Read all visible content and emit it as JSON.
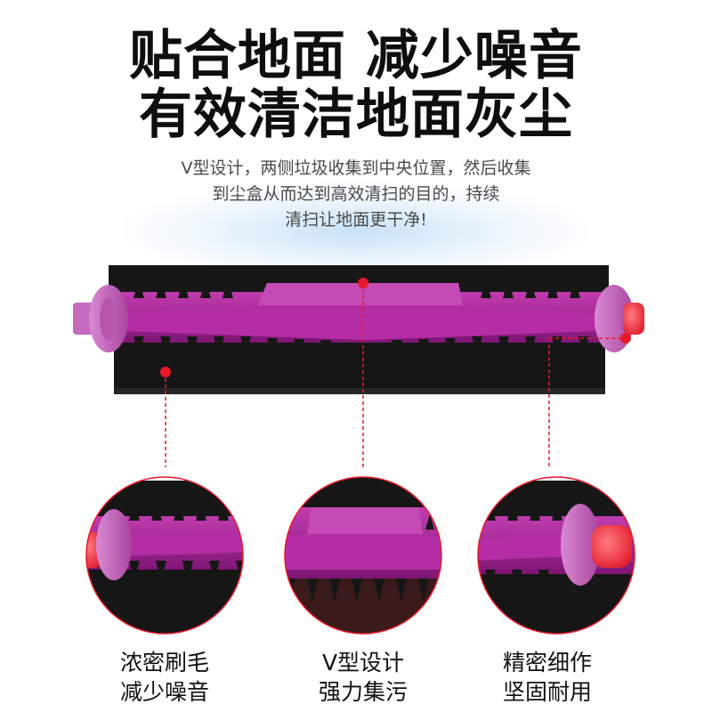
{
  "headline": {
    "line1": "贴合地面 减少噪音",
    "line2": "有效清洁地面灰尘"
  },
  "description": {
    "line1": "V型设计，两侧垃圾收集到中央位置，然后收集",
    "line2": "到尘盒从而达到高效清扫的目的，持续",
    "line3": "清扫让地面更干净!"
  },
  "features": [
    {
      "line1": "浓密刷毛",
      "line2": "减少噪音"
    },
    {
      "line1": "V型设计",
      "line2": "强力集污"
    },
    {
      "line1": "精密细作",
      "line2": "坚固耐用"
    }
  ],
  "colors": {
    "brush_body": "#9a1f8c",
    "brush_body_light": "#c23cb0",
    "end_cap": "#c86dc0",
    "end_tip": "#f03c4a",
    "bristle": "#141414",
    "callout": "#e8182a"
  }
}
